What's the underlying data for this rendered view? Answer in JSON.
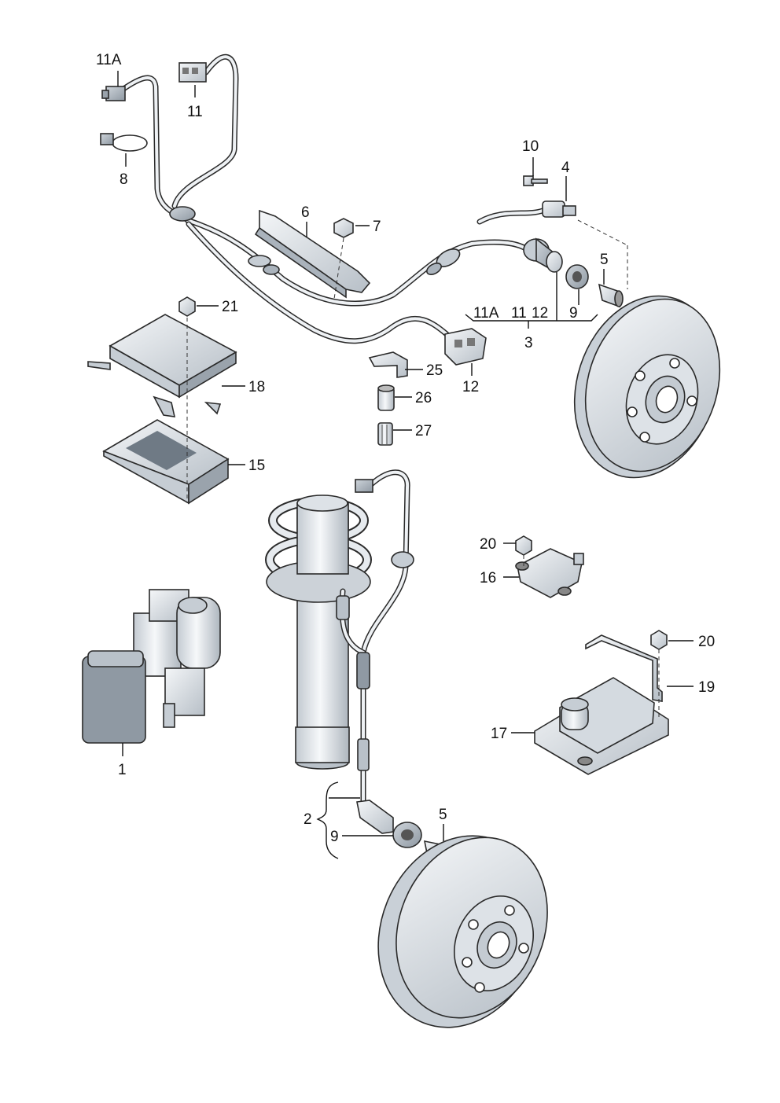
{
  "labels": {
    "l_11A_top": "11A",
    "l_11_top": "11",
    "l_8": "8",
    "l_6": "6",
    "l_7": "7",
    "l_10": "10",
    "l_4": "4",
    "l_5_top": "5",
    "l_9_top": "9",
    "l_11A_group": "11A",
    "l_11_group": "11",
    "l_12_group": "12",
    "l_3": "3",
    "l_21": "21",
    "l_18": "18",
    "l_15": "15",
    "l_25": "25",
    "l_26": "26",
    "l_27": "27",
    "l_12": "12",
    "l_20_a": "20",
    "l_16": "16",
    "l_20_b": "20",
    "l_19": "19",
    "l_17": "17",
    "l_1": "1",
    "l_2": "2",
    "l_9_bottom": "9",
    "l_5_bottom": "5"
  },
  "colors": {
    "part_fill": "#e6eaee",
    "part_shade": "#b9c1c9",
    "part_dark": "#8f99a3",
    "line": "#111111"
  }
}
